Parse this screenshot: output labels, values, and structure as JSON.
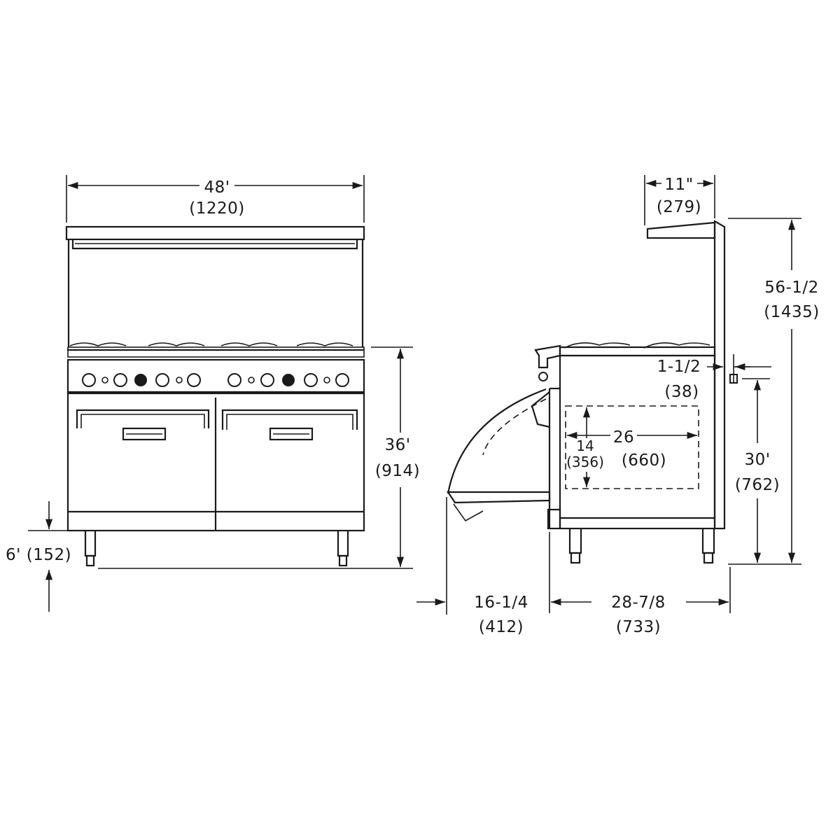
{
  "views": {
    "front": {
      "width_in": "48'",
      "width_mm": "(1220)",
      "height_in": "36'",
      "height_mm": "(914)",
      "leg_height": "6' (152)"
    },
    "side": {
      "backsplash_in": "11\"",
      "backsplash_mm": "(279)",
      "overall_height_in": "56-1/2",
      "overall_height_mm": "(1435)",
      "rear_offset_in": "1-1/2",
      "rear_offset_mm": "(38)",
      "work_height_in": "30'",
      "work_height_mm": "(762)",
      "oven_interior_h_in": "14",
      "oven_interior_h_mm": "(356)",
      "oven_interior_d_in": "26",
      "oven_interior_d_mm": "(660)",
      "door_swing_in": "16-1/4",
      "door_swing_mm": "(412)",
      "depth_in": "28-7/8",
      "depth_mm": "(733)"
    }
  }
}
